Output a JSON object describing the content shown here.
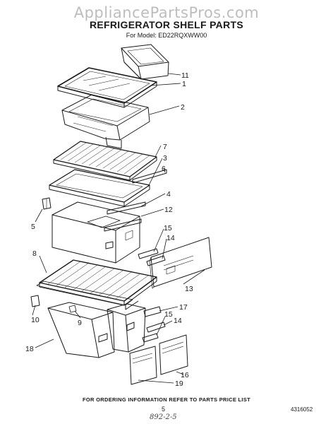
{
  "watermark": "AppliancePartsPros.com",
  "title": "REFRIGERATOR SHELF PARTS",
  "subtitle": "For Model: ED22RQXWW00",
  "callouts": {
    "c11": "11",
    "c1": "1",
    "c2": "2",
    "c7": "7",
    "c3": "3",
    "c6": "6",
    "c4": "4",
    "c12": "12",
    "c5": "5",
    "c15a": "15",
    "c14a": "14",
    "c8": "8",
    "c13": "13",
    "c10": "10",
    "c9": "9",
    "c17": "17",
    "c15b": "15",
    "c14b": "14",
    "c18": "18",
    "c16": "16",
    "c19": "19"
  },
  "footer": {
    "ordering_note": "FOR ORDERING INFORMATION REFER TO PARTS PRICE LIST",
    "page_number": "5",
    "document_number": "4316052",
    "handwritten_note": "892-2-5"
  },
  "colors": {
    "line": "#1a1a1a",
    "watermark": "#bdbdbd",
    "background": "#ffffff"
  }
}
